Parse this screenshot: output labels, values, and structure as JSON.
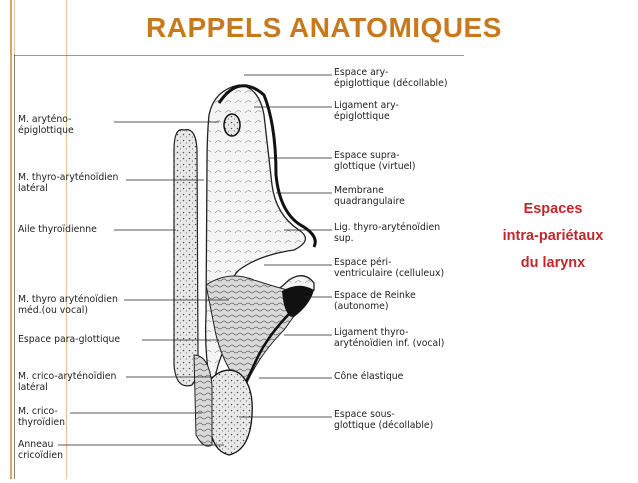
{
  "slide": {
    "title": "RAPPELS ANATOMIQUES",
    "accent_color": "#c8791c",
    "caption_color": "#c0272d",
    "caption": [
      "Espaces",
      "intra-pariétaux",
      "du larynx"
    ]
  },
  "diagram": {
    "left_labels": [
      {
        "lines": [
          "M. aryténo-",
          "épiglottique"
        ]
      },
      {
        "lines": [
          "M. thyro-aryténoïdien",
          "latéral"
        ]
      },
      {
        "lines": [
          "Aile thyroïdienne"
        ]
      },
      {
        "lines": [
          "M. thyro aryténoïdien",
          "méd.(ou vocal)"
        ]
      },
      {
        "lines": [
          "Espace para-glottique"
        ]
      },
      {
        "lines": [
          "M. crico-aryténoïdien",
          "latéral"
        ]
      },
      {
        "lines": [
          "M. crico-",
          "thyroïdien"
        ]
      },
      {
        "lines": [
          "Anneau",
          "cricoïdien"
        ]
      }
    ],
    "right_labels": [
      {
        "lines": [
          "Espace ary-",
          "épiglottique (décollable)"
        ]
      },
      {
        "lines": [
          "Ligament ary-",
          "épiglottique"
        ]
      },
      {
        "lines": [
          "Espace supra-",
          "glottique (virtuel)"
        ]
      },
      {
        "lines": [
          "Membrane",
          "quadrangulaire"
        ]
      },
      {
        "lines": [
          "Lig. thyro-aryténoïdien",
          "sup."
        ]
      },
      {
        "lines": [
          "Espace péri-",
          "ventriculaire (celluleux)"
        ]
      },
      {
        "lines": [
          "Espace de Reinke",
          "(autonome)"
        ]
      },
      {
        "lines": [
          "Ligament thyro-",
          "aryténoïdien inf. (vocal)"
        ]
      },
      {
        "lines": [
          "Cône élastique"
        ]
      },
      {
        "lines": [
          "Espace sous-",
          "glottique (décollable)"
        ]
      }
    ]
  }
}
